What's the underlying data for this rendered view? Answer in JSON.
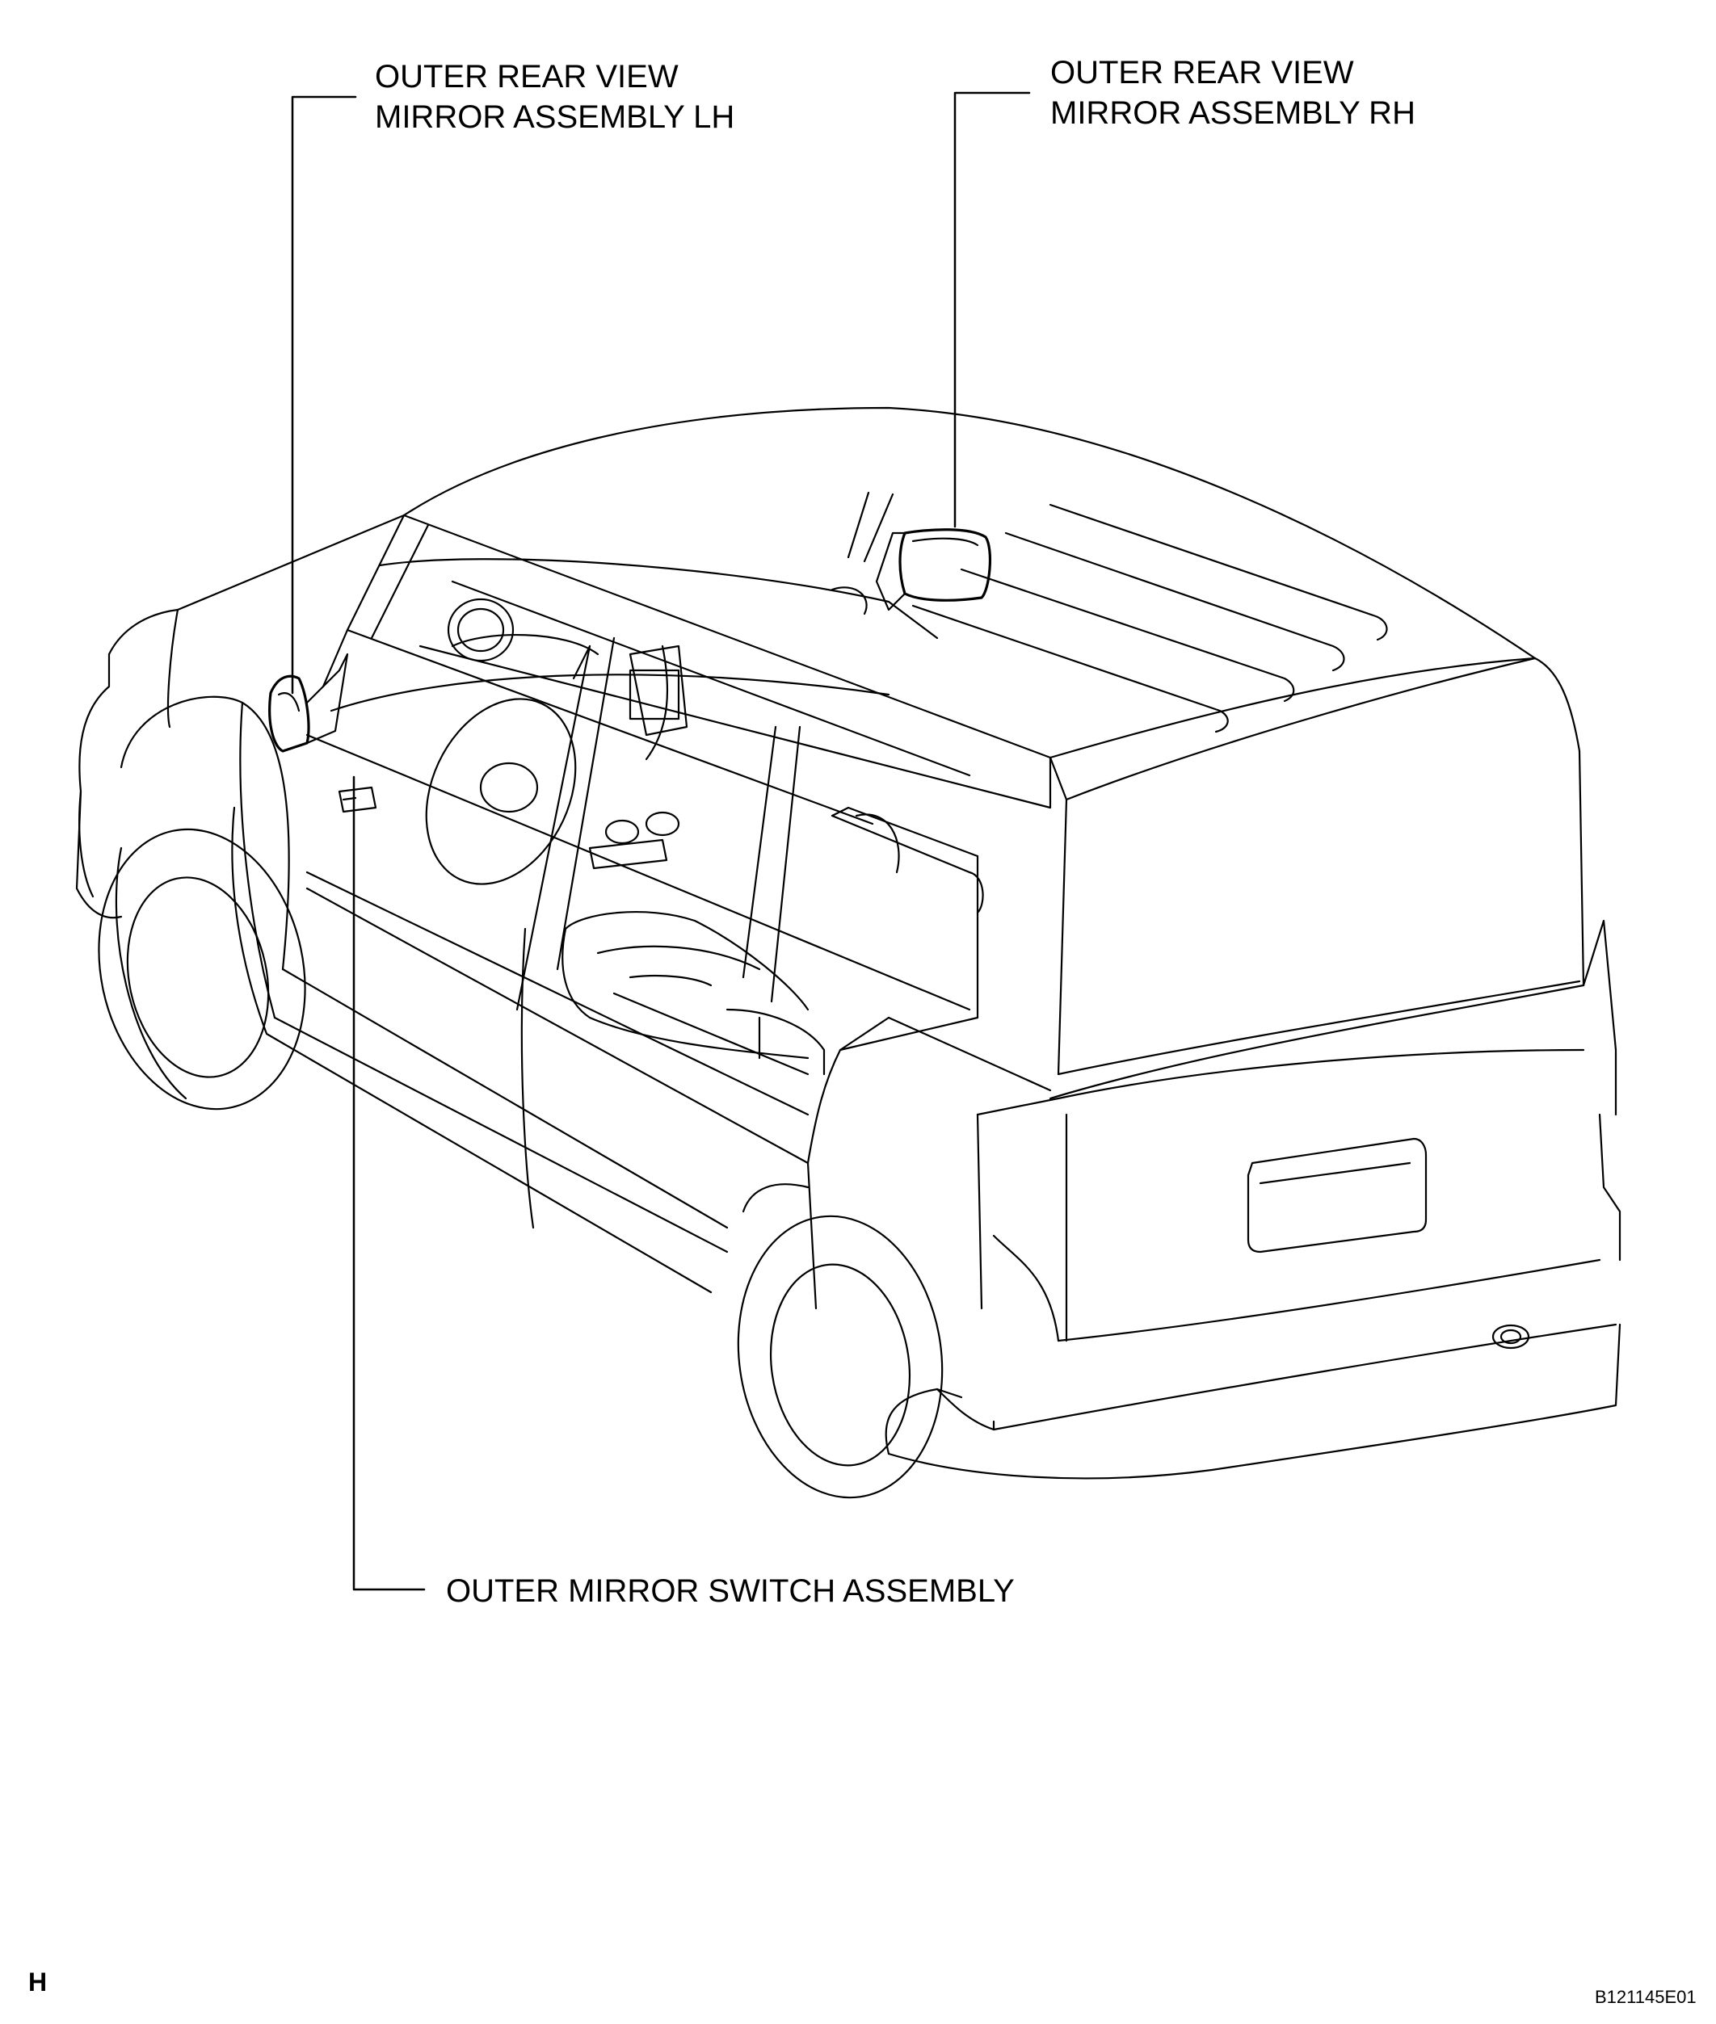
{
  "callouts": {
    "mirror_lh": [
      "OUTER REAR VIEW",
      "MIRROR ASSEMBLY LH"
    ],
    "mirror_rh": [
      "OUTER REAR VIEW",
      "MIRROR ASSEMBLY RH"
    ],
    "switch": "OUTER MIRROR SWITCH ASSEMBLY"
  },
  "corner_left": "H",
  "figure_code": "B121145E01",
  "colors": {
    "line": "#000000",
    "background": "#ffffff"
  }
}
